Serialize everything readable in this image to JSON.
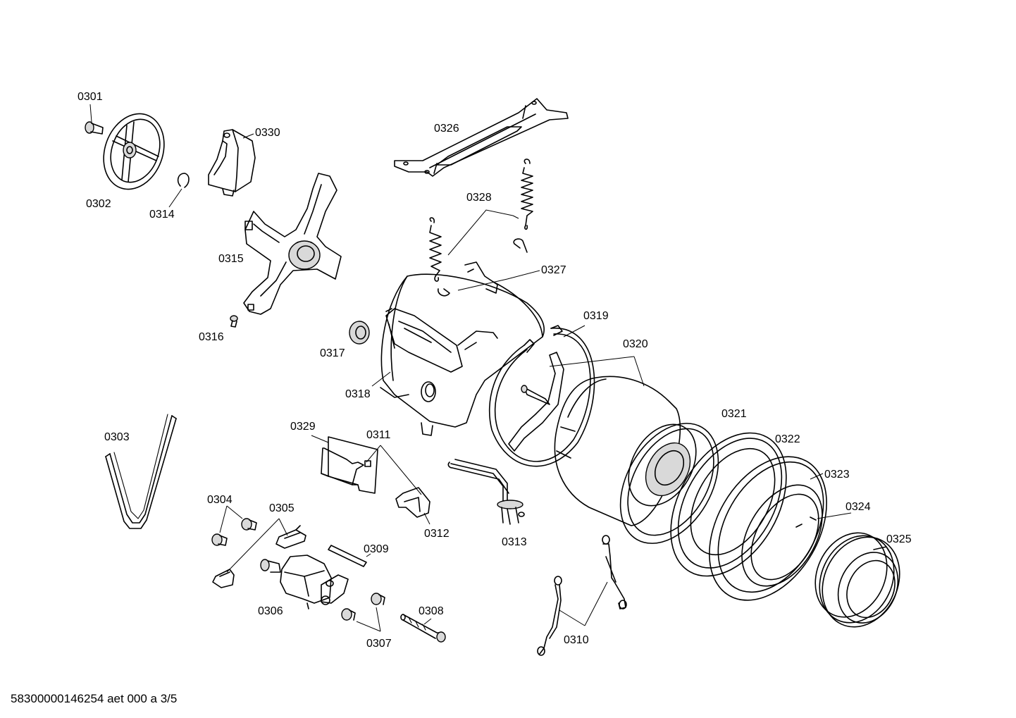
{
  "labels": {
    "p0301": "0301",
    "p0302": "0302",
    "p0303": "0303",
    "p0304": "0304",
    "p0305": "0305",
    "p0306": "0306",
    "p0307": "0307",
    "p0308": "0308",
    "p0309": "0309",
    "p0310": "0310",
    "p0311": "0311",
    "p0312": "0312",
    "p0313": "0313",
    "p0314": "0314",
    "p0315": "0315",
    "p0316": "0316",
    "p0317": "0317",
    "p0318": "0318",
    "p0319": "0319",
    "p0320": "0320",
    "p0321": "0321",
    "p0322": "0322",
    "p0323": "0323",
    "p0324": "0324",
    "p0325": "0325",
    "p0326": "0326",
    "p0327": "0327",
    "p0328": "0328",
    "p0329": "0329",
    "p0330": "0330"
  },
  "footer": "58300000146254 aet 000 a 3/5"
}
